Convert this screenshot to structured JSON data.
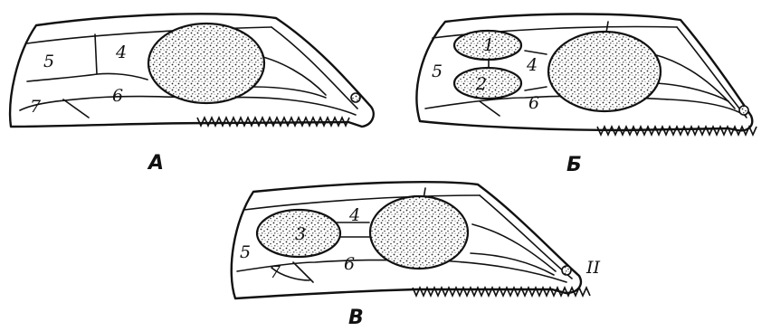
{
  "panels": [
    {
      "id": "A",
      "caption": "A",
      "numbers": {
        "n5": "5",
        "n4": "4",
        "n6": "6",
        "n7": "7"
      }
    },
    {
      "id": "B",
      "caption": "Б",
      "numbers": {
        "n1": "1",
        "n2": "2",
        "n5": "5",
        "n4": "4",
        "n6": "6"
      }
    },
    {
      "id": "C",
      "caption": "B",
      "numbers": {
        "n3": "3",
        "n4": "4",
        "n5": "5",
        "n7": "7",
        "n6": "6"
      },
      "extra_mark": "II"
    }
  ]
}
